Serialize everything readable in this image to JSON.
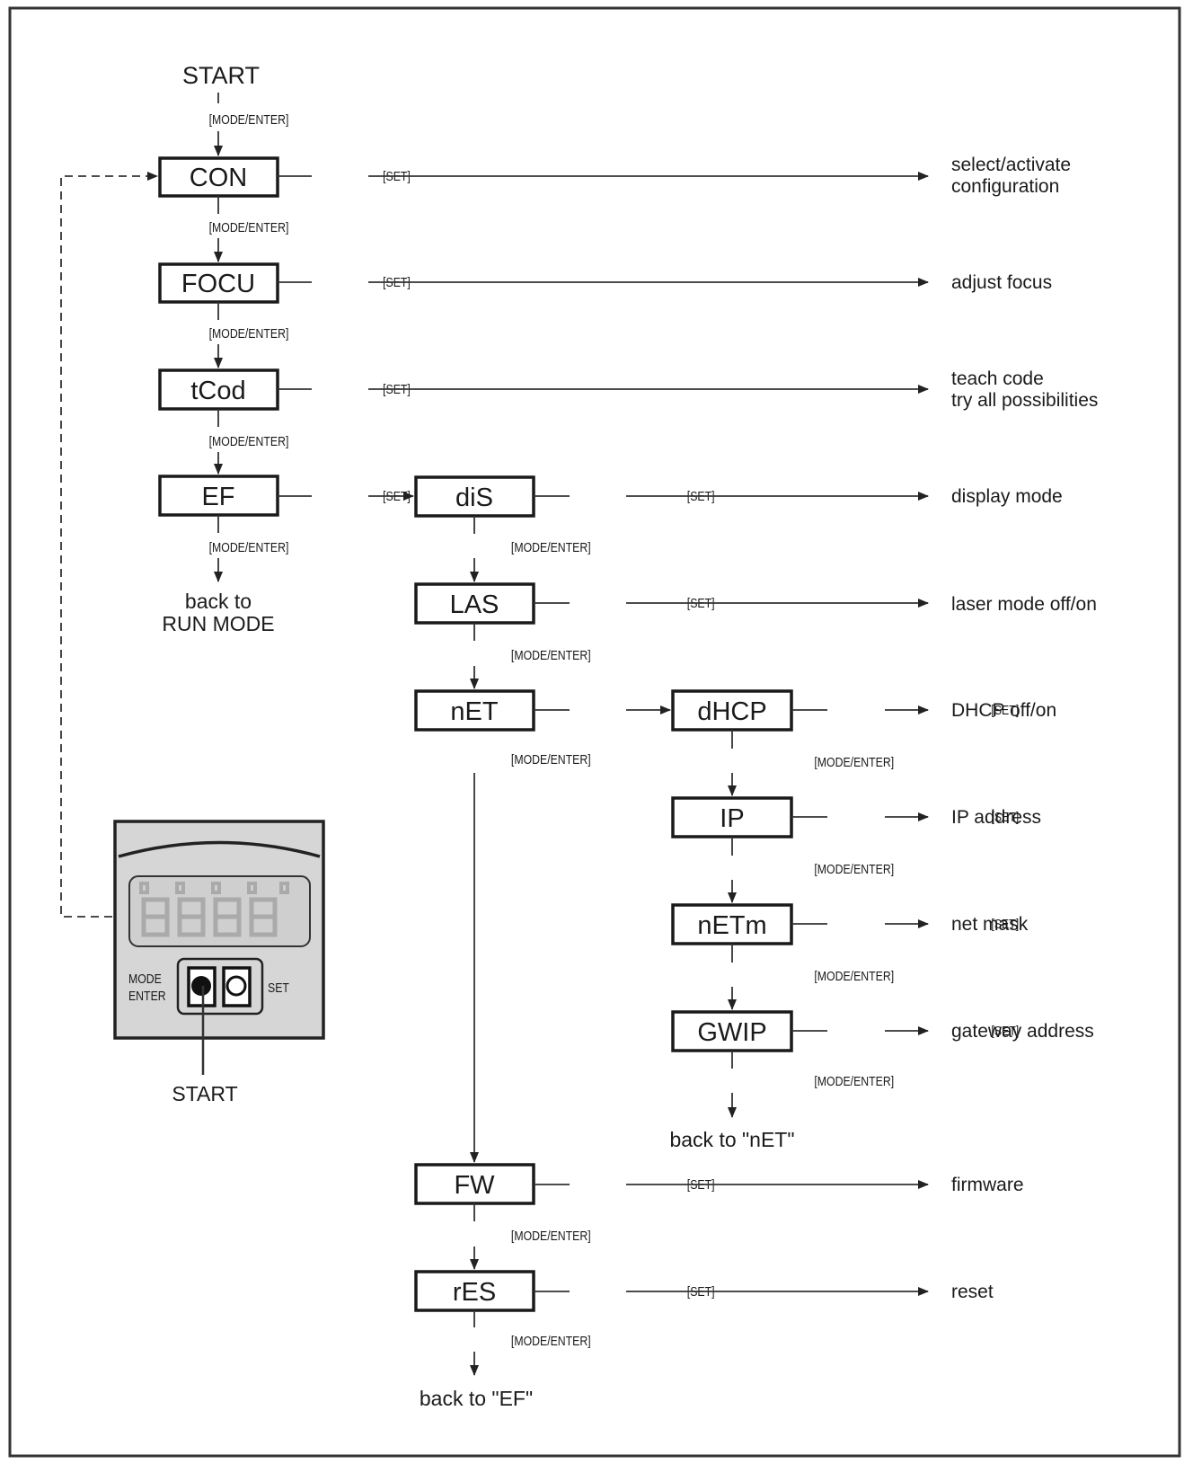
{
  "start_label": "START",
  "mode_enter_label": "[MODE/ENTER]",
  "set_label": "[SET]",
  "device": {
    "mode_label_1": "MODE",
    "mode_label_2": "ENTER",
    "set_label": "SET",
    "start_label": "START"
  },
  "main_menu": [
    {
      "code": "CON",
      "description": [
        "select/activate",
        "configuration"
      ]
    },
    {
      "code": "FOCU",
      "description": [
        "adjust focus"
      ]
    },
    {
      "code": "tCod",
      "description": [
        "teach code",
        "try all possibilities"
      ]
    },
    {
      "code": "EF"
    }
  ],
  "main_exit": [
    "back to",
    "RUN MODE"
  ],
  "ef_menu": [
    {
      "code": "diS",
      "description": [
        "display mode"
      ]
    },
    {
      "code": "LAS",
      "description": [
        "laser mode off/on"
      ]
    },
    {
      "code": "nET"
    },
    {
      "code": "FW",
      "description": [
        "firmware"
      ]
    },
    {
      "code": "rES",
      "description": [
        "reset"
      ]
    }
  ],
  "ef_exit": "back to \"EF\"",
  "net_menu": [
    {
      "code": "dHCP",
      "description": [
        "DHCP off/on"
      ]
    },
    {
      "code": "IP",
      "description": [
        "IP address"
      ]
    },
    {
      "code": "nETm",
      "description": [
        "net mask"
      ]
    },
    {
      "code": "GWIP",
      "description": [
        "gateway address"
      ]
    }
  ],
  "net_exit": "back to \"nET\""
}
